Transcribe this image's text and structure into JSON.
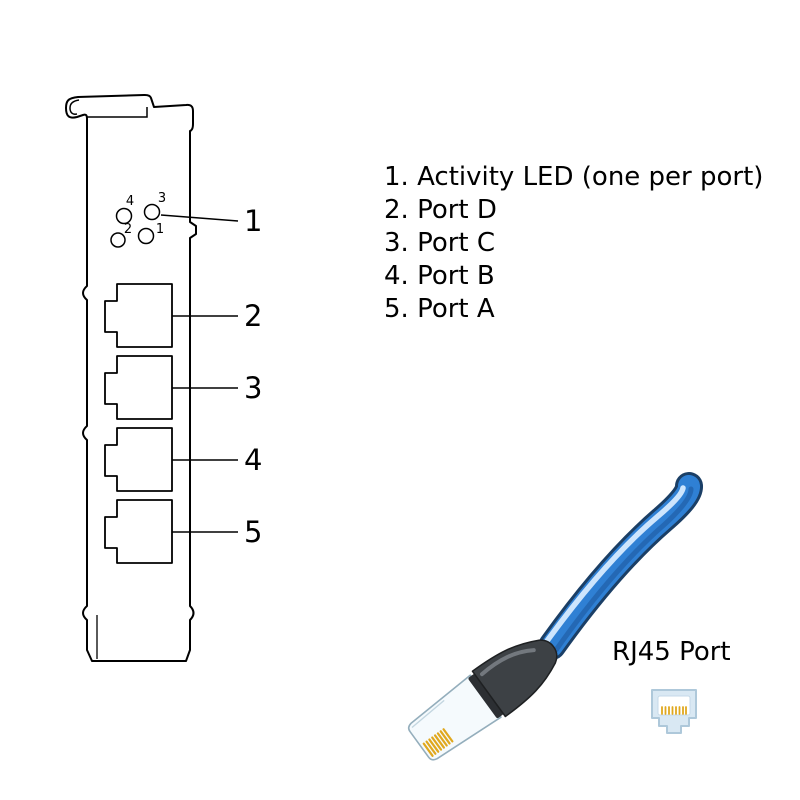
{
  "figure": {
    "legend_items": [
      "1. Activity LED (one per port)",
      "2. Port D",
      "3. Port C",
      "4. Port B",
      "5. Port A"
    ],
    "callout_numbers": [
      "1",
      "2",
      "3",
      "4",
      "5"
    ],
    "led_numbers": [
      "4",
      "3",
      "2",
      "1"
    ],
    "rj45_label": "RJ45 Port"
  },
  "colors": {
    "line_black": "#000000",
    "cable_blue": "#2f80d4",
    "cable_outline": "#1b3f66",
    "cable_highlight": "#d6eaff",
    "boot_gray": "#3d4145",
    "boot_highlight": "#7d8388",
    "plug_white": "#f5fafd",
    "plug_edge": "#94aebc",
    "pin_gold": "#e0a81e",
    "jack_icon_blue": "#d9e8f3",
    "jack_icon_edge": "#aec8da"
  }
}
